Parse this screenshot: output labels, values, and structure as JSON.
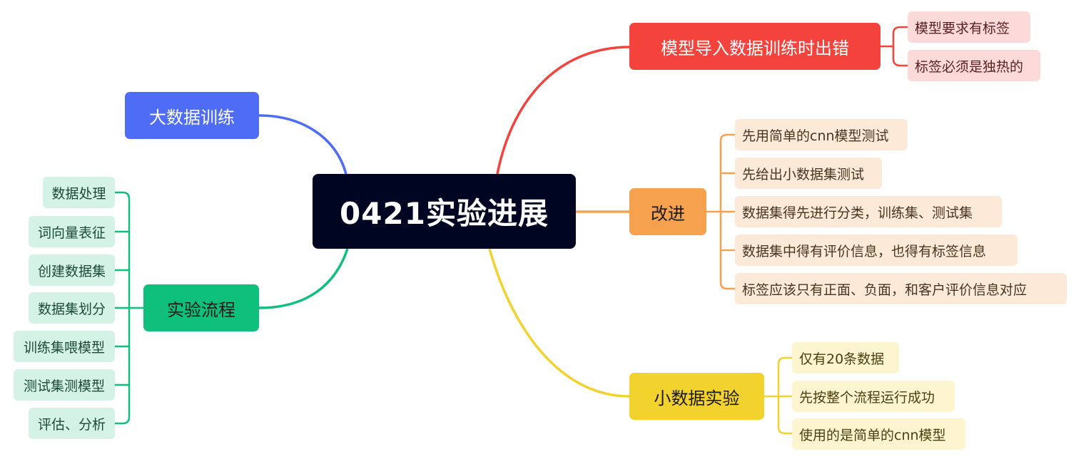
{
  "central": {
    "label": "0421实验进展"
  },
  "branches": {
    "error": {
      "label": "模型导入数据训练时出错",
      "color": "#f4433d",
      "children": [
        "模型要求有标签",
        "标签必须是独热的"
      ]
    },
    "improve": {
      "label": "改进",
      "color": "#f5a14d",
      "children": [
        "先用简单的cnn模型测试",
        "先给出小数据集测试",
        "数据集得先进行分类，训练集、测试集",
        "数据集中得有评价信息，也得有标签信息",
        "标签应该只有正面、负面，和客户评价信息对应"
      ]
    },
    "small": {
      "label": "小数据实验",
      "color": "#f2d22c",
      "children": [
        "仅有20条数据",
        "先按整个流程运行成功",
        "使用的是简单的cnn模型"
      ]
    },
    "big": {
      "label": "大数据训练",
      "color": "#4f6cf7",
      "children": []
    },
    "process": {
      "label": "实验流程",
      "color": "#0fbf7c",
      "children": [
        "数据处理",
        "词向量表征",
        "创建数据集",
        "数据集划分",
        "训练集喂模型",
        "测试集测模型",
        "评估、分析"
      ]
    }
  }
}
